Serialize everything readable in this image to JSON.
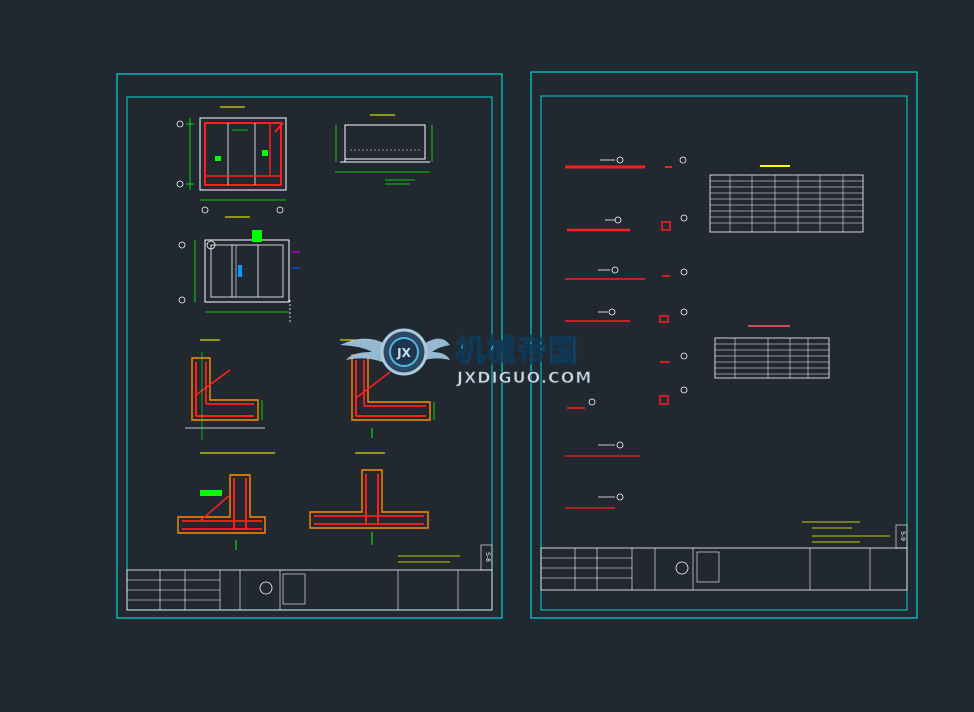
{
  "colors": {
    "background": "#212830",
    "sheet_border": "#00d8d8",
    "rebar": "#ff1e1e",
    "concrete": "#ffffff",
    "dimension": "#00ff00",
    "annotation": "#ffff00",
    "orange": "#ff8c00",
    "watermark_primary": "#56c2ee",
    "watermark_secondary": "#b8d8ea"
  },
  "sheets": [
    {
      "id": "left",
      "views": [
        {
          "id": "v1",
          "icon": "plan-view-icon"
        },
        {
          "id": "v2",
          "icon": "section-view-icon"
        },
        {
          "id": "v3",
          "icon": "plan-view-icon"
        },
        {
          "id": "v4",
          "icon": "corner-detail-icon"
        },
        {
          "id": "v5",
          "icon": "corner-detail-icon"
        },
        {
          "id": "v6",
          "icon": "tee-joint-icon"
        },
        {
          "id": "v7",
          "icon": "tee-joint-icon"
        }
      ],
      "sheet_no": "S-8"
    },
    {
      "id": "right",
      "sheet_no": "S-9"
    }
  ],
  "watermark": {
    "title": "机械帝国",
    "url": "JXDIGUO.COM",
    "emblem": "gear-wings-logo-icon"
  }
}
